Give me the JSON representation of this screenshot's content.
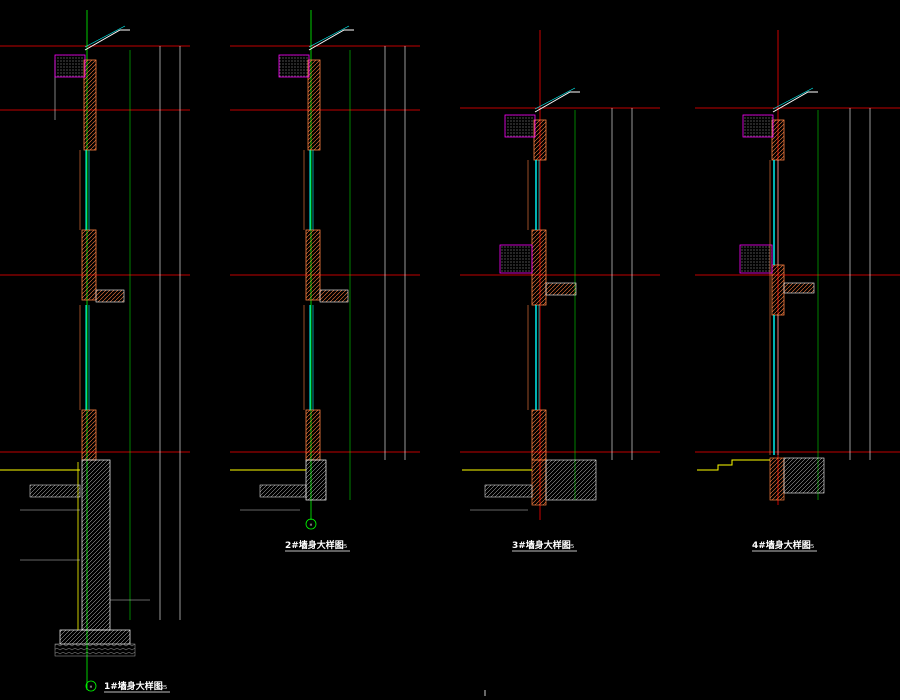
{
  "details": [
    {
      "id": "detail-1",
      "title": "1#墙身大样图",
      "scale": "1:25",
      "axis": "H"
    },
    {
      "id": "detail-2",
      "title": "2#墙身大样图",
      "scale": "1:25",
      "axis": "H"
    },
    {
      "id": "detail-3",
      "title": "3#墙身大样图",
      "scale": "1:25"
    },
    {
      "id": "detail-4",
      "title": "4#墙身大样图",
      "scale": "1:25"
    }
  ],
  "colors": {
    "background": "#000000",
    "level_line": "#ff0000",
    "axis_line": "#00ff00",
    "dimension": "#ffffff",
    "wall": "#ff8040",
    "glass": "#00ffff",
    "annotation": "#ff00ff",
    "grade": "#ffff00"
  }
}
